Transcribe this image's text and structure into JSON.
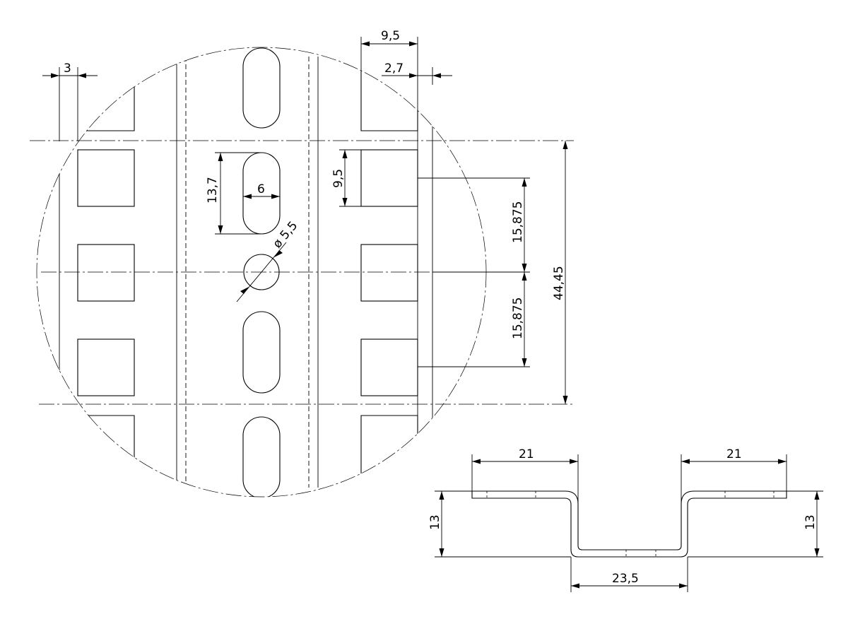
{
  "detail_view": {
    "dimensions": {
      "flange_width": "3",
      "rail_width": "9,5",
      "rail_offset": "2,7",
      "slot_length": "13,7",
      "slot_width": "6",
      "hole_diameter": "ø 5,5",
      "square_hole": "9,5",
      "pitch_upper": "15,875",
      "pitch_lower": "15,875",
      "rack_unit": "44,45"
    }
  },
  "profile_view": {
    "dimensions": {
      "left_flange": "21",
      "right_flange": "21",
      "left_depth": "13",
      "right_depth": "13",
      "bottom_width": "23,5"
    }
  }
}
